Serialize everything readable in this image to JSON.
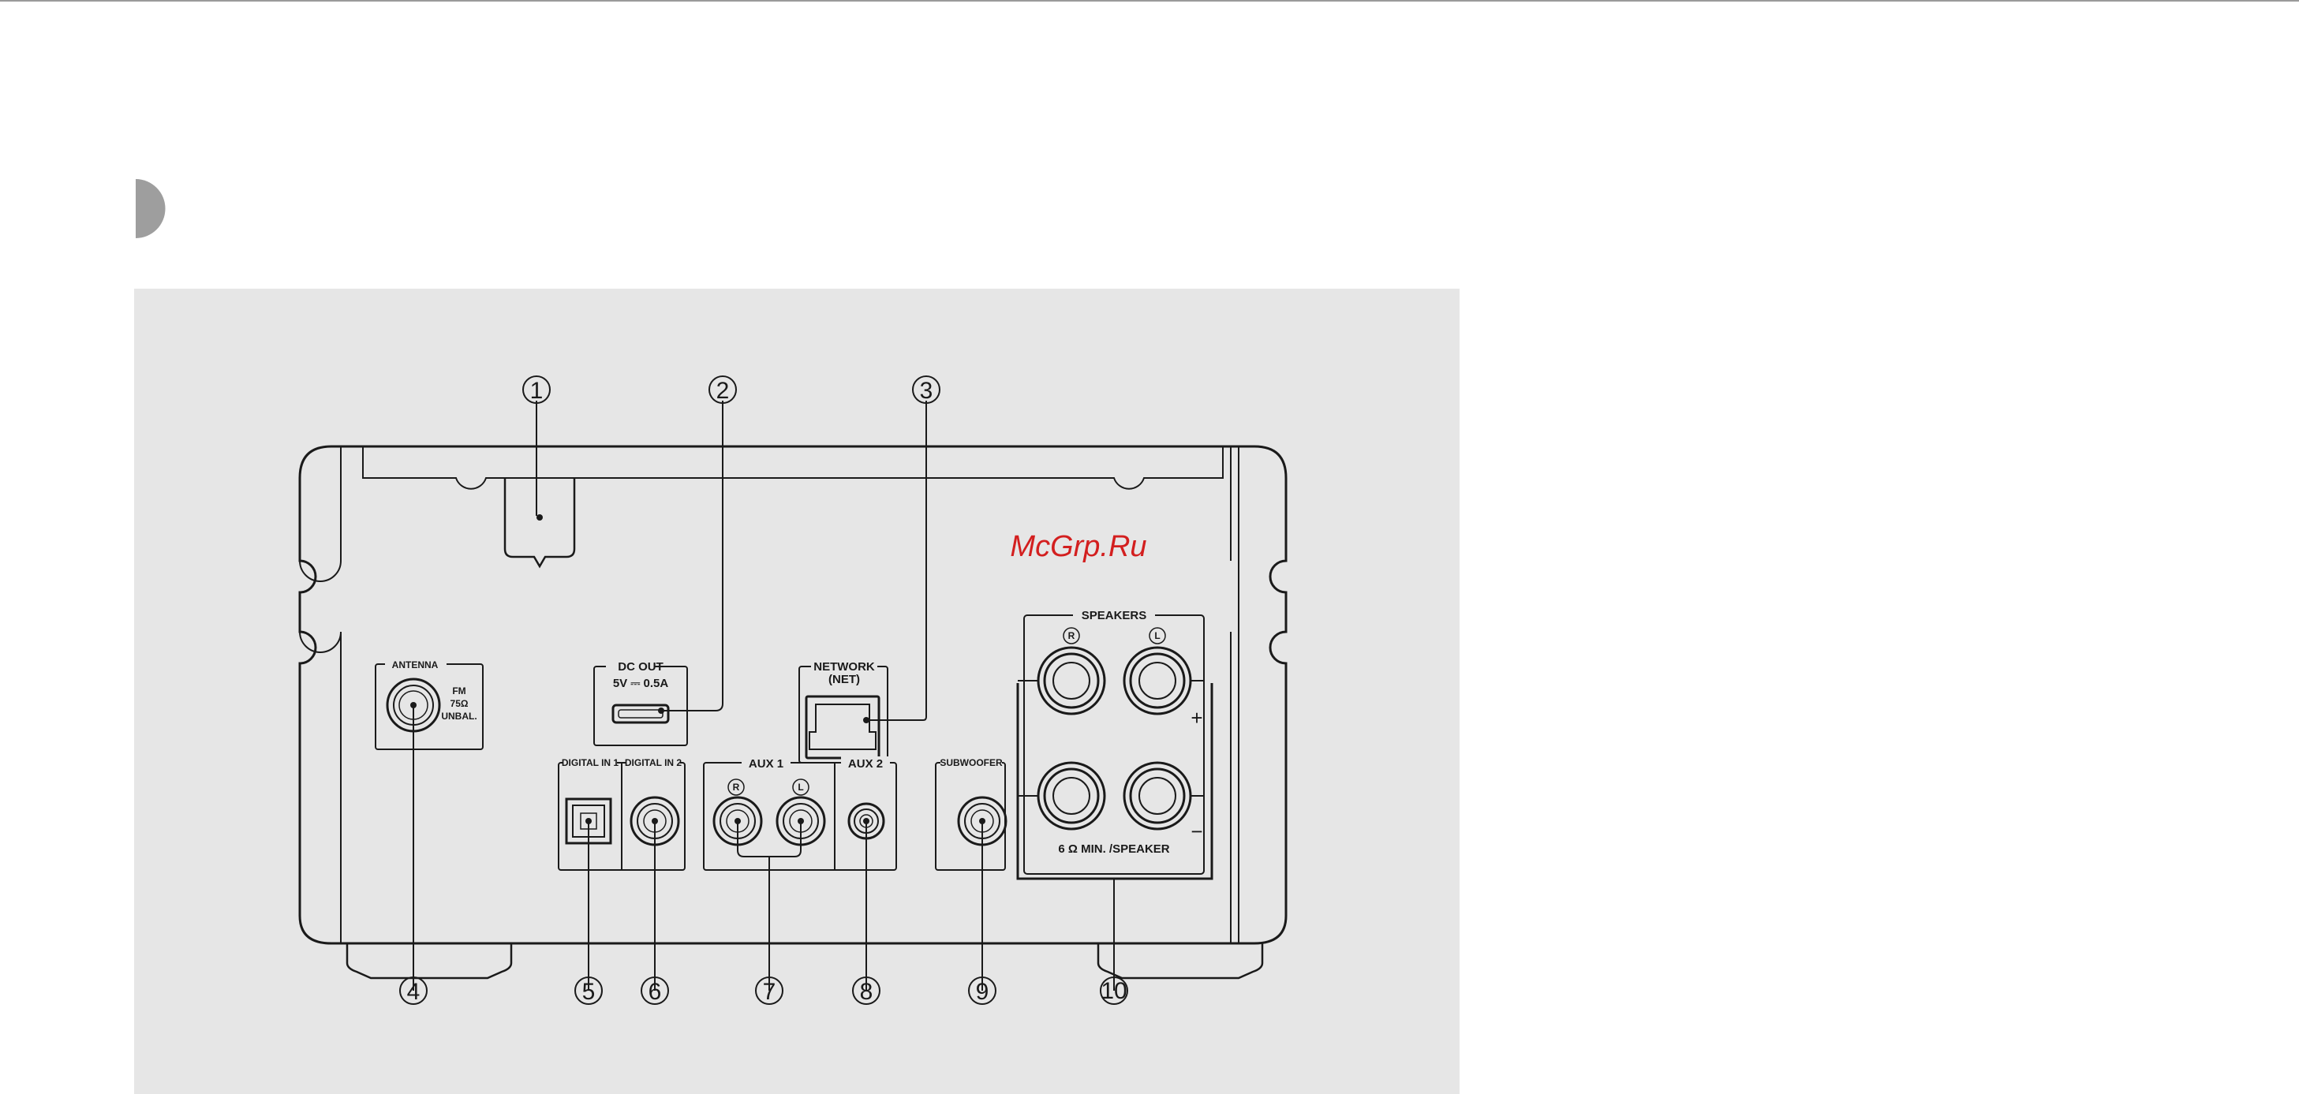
{
  "watermark": "McGrp.Ru",
  "callouts": [
    "1",
    "2",
    "3",
    "4",
    "5",
    "6",
    "7",
    "8",
    "9",
    "10"
  ],
  "panel_labels": {
    "antenna": "ANTENNA",
    "fm_line1": "FM",
    "fm_line2": "75Ω",
    "fm_line3": "UNBAL.",
    "dc_out": "DC OUT",
    "dc_out_rating": "5V ⎓ 0.5A",
    "network": "NETWORK",
    "network_sub": "(NET)",
    "digital_in_1": "DIGITAL IN 1",
    "digital_in_2": "DIGITAL IN 2",
    "aux1": "AUX 1",
    "aux2": "AUX 2",
    "subwoofer": "SUBWOOFER",
    "speakers": "SPEAKERS",
    "speaker_rating": "6 Ω  MIN. /SPEAKER",
    "channel_r": "R",
    "channel_l": "L",
    "plus": "+",
    "minus": "−"
  },
  "colors": {
    "panel_bg": "#e6e6e6",
    "section_marker": "#9e9e9e",
    "watermark": "#d31f1f",
    "line": "#1a1a1a"
  }
}
